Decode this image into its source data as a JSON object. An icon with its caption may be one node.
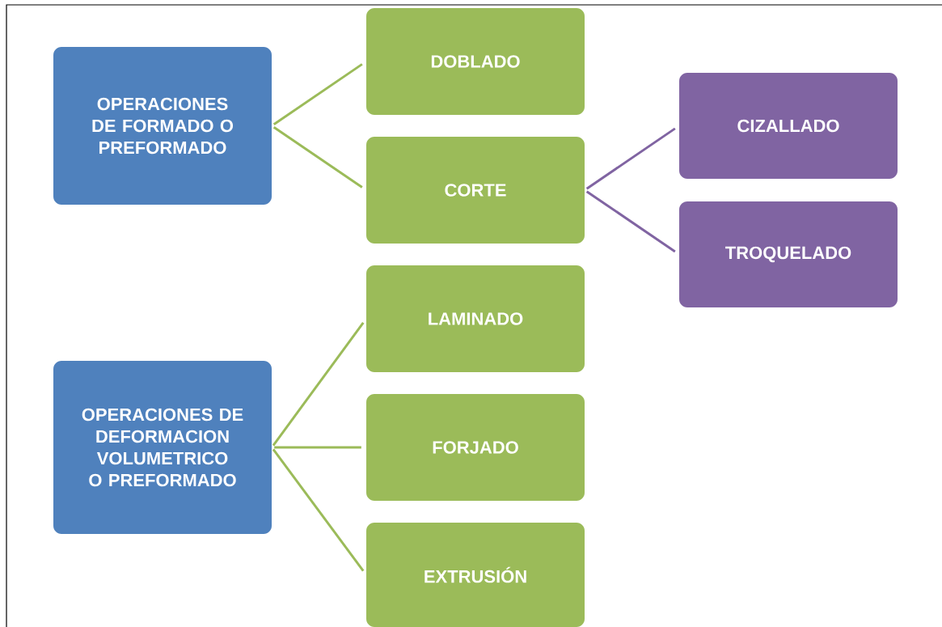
{
  "diagram": {
    "nodes": [
      {
        "text": [
          "OPERACIONES DE FORMADO O PREFORMADO"
        ]
      },
      {
        "text": [
          "DOBLADO"
        ]
      },
      {
        "text": [
          "CORTE"
        ]
      },
      {
        "text": [
          "CIZALLADO"
        ]
      },
      {
        "text": [
          "TROQUELADO"
        ]
      },
      {
        "text": [
          "OPERACIONES DE DEFORMACION VOLUMETRICO O PREFORMADO"
        ]
      },
      {
        "text": [
          "LAMINADO"
        ]
      },
      {
        "text": [
          "FORJADO"
        ]
      },
      {
        "text": [
          "EXTRUSIÓN"
        ]
      }
    ],
    "edges": [
      {
        "from": 0,
        "to": 1,
        "arrow": "none"
      },
      {
        "from": 0,
        "to": 2,
        "arrow": "none"
      },
      {
        "from": 2,
        "to": 3,
        "arrow": "none",
        "color": "#8064a2"
      },
      {
        "from": 2,
        "to": 4,
        "arrow": "none",
        "color": "#8064a2"
      },
      {
        "from": 5,
        "to": 6,
        "arrow": "none"
      },
      {
        "from": 5,
        "to": 7,
        "arrow": "none"
      },
      {
        "from": 5,
        "to": 8,
        "arrow": "none"
      }
    ]
  }
}
